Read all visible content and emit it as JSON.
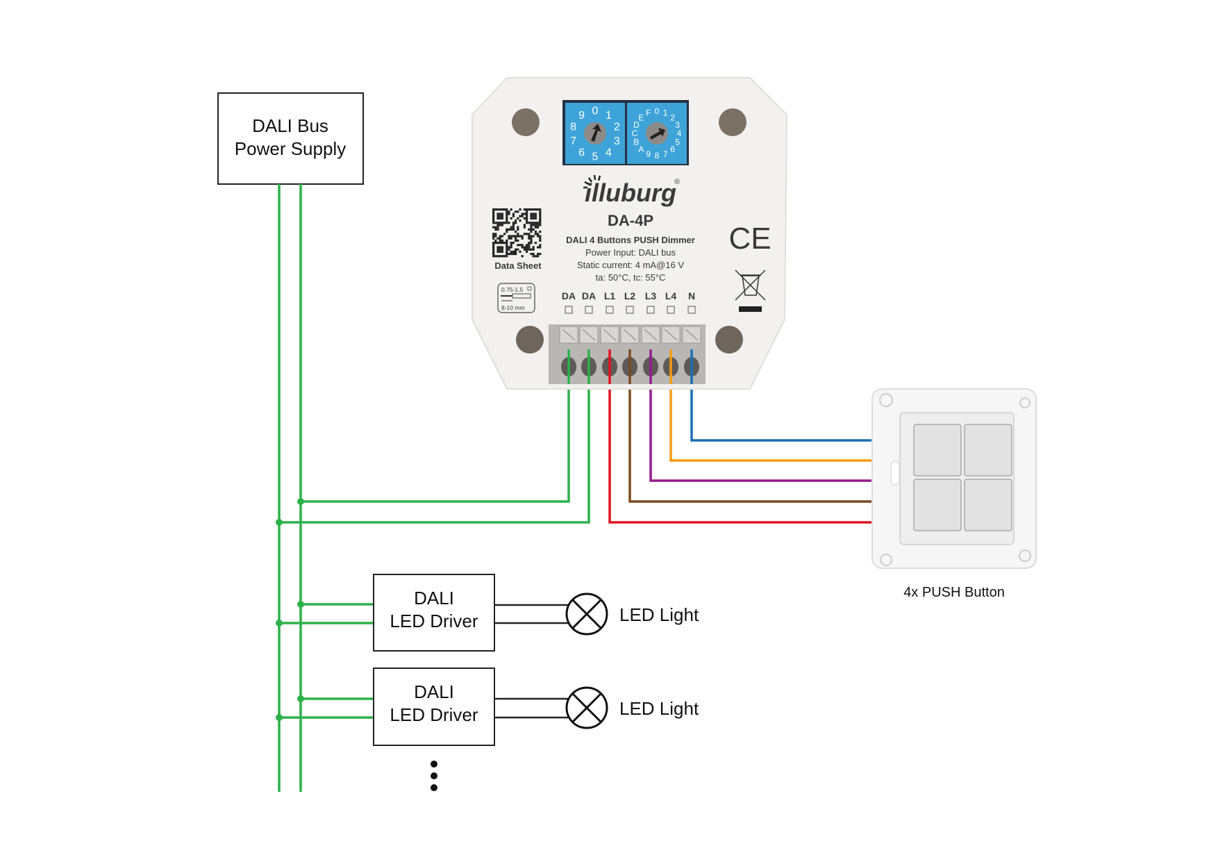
{
  "power_supply": {
    "line1": "DALI Bus",
    "line2": "Power Supply"
  },
  "device": {
    "brand": "illuburg",
    "registered": "®",
    "model": "DA-4P",
    "description": "DALI 4 Buttons PUSH Dimmer",
    "power_input": "Power Input: DALI bus",
    "static_current": "Static current: 4 mA@16 V",
    "temps": "ta: 50°C, tc: 55°C",
    "qr_label": "Data Sheet",
    "wire_spec": {
      "gauge": "0.75-1.5",
      "strip": "8-10 mm"
    },
    "rotary_left_digits": [
      "0",
      "1",
      "2",
      "3",
      "4",
      "5",
      "6",
      "7",
      "8",
      "9"
    ],
    "rotary_right_digits": [
      "0",
      "1",
      "2",
      "3",
      "4",
      "5",
      "6",
      "7",
      "8",
      "9",
      "A",
      "B",
      "C",
      "D",
      "E",
      "F"
    ],
    "ce_mark": "CE",
    "terminals": [
      {
        "label": "DA",
        "color": "#2db14a"
      },
      {
        "label": "DA",
        "color": "#2db14a"
      },
      {
        "label": "L1",
        "color": "#e21320"
      },
      {
        "label": "L2",
        "color": "#7c4a1e"
      },
      {
        "label": "L3",
        "color": "#961b8c"
      },
      {
        "label": "L4",
        "color": "#f59b12"
      },
      {
        "label": "N",
        "color": "#1b6fb6"
      }
    ]
  },
  "push_button": {
    "label": "4x PUSH Button",
    "button_count": 4
  },
  "drivers": [
    {
      "line1": "DALI",
      "line2": "LED Driver",
      "light": "LED Light"
    },
    {
      "line1": "DALI",
      "line2": "LED Driver",
      "light": "LED Light"
    }
  ],
  "more_indicator": "⋮",
  "colors": {
    "bus": "#2db14a",
    "line": "#111111",
    "switch_blue": "#3ea3d8"
  }
}
